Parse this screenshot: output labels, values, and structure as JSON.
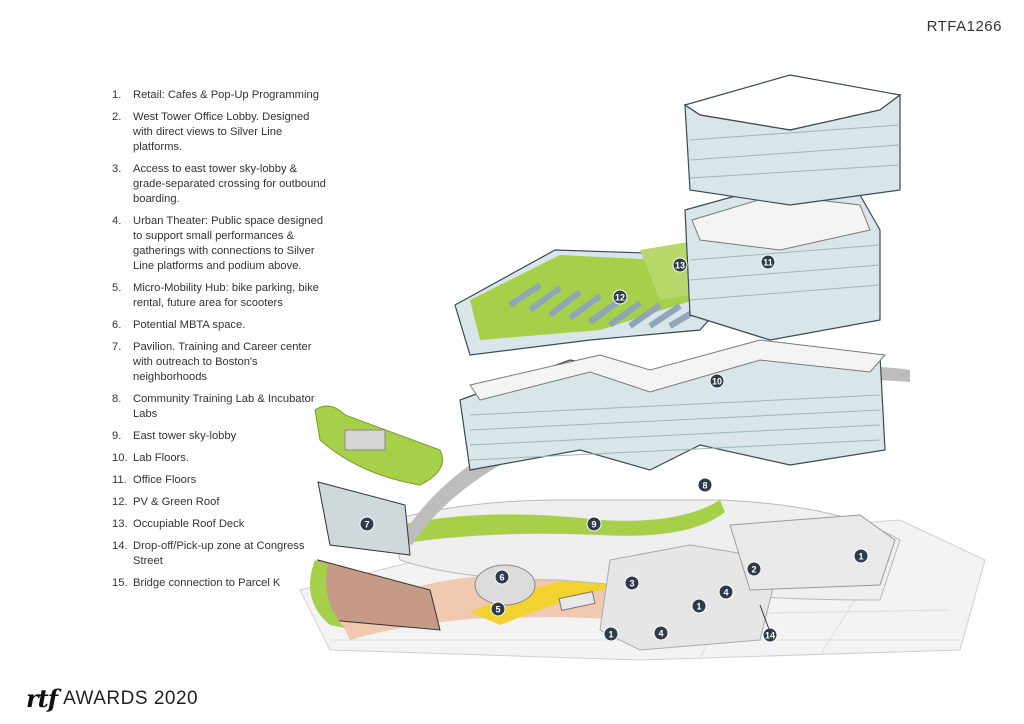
{
  "project_code": "RTFA1266",
  "legend": [
    {
      "num": "1.",
      "text": "Retail: Cafes & Pop-Up Programming"
    },
    {
      "num": "2.",
      "text": "West Tower Office Lobby. Designed with direct views to Silver Line platforms."
    },
    {
      "num": "3.",
      "text": "Access to east tower sky-lobby & grade-separated crossing for outbound boarding."
    },
    {
      "num": "4.",
      "text": "Urban Theater: Public space designed to support small performances & gatherings with connections to Silver Line platforms and podium above."
    },
    {
      "num": "5.",
      "text": "Micro-Mobility Hub: bike parking, bike rental, future area for scooters"
    },
    {
      "num": "6.",
      "text": "Potential MBTA space."
    },
    {
      "num": "7.",
      "text": "Pavilion. Training and Career center with outreach to Boston's neighborhoods"
    },
    {
      "num": "8.",
      "text": "Community Training Lab & Incubator Labs"
    },
    {
      "num": "9.",
      "text": "East tower sky-lobby"
    },
    {
      "num": "10.",
      "text": "Lab Floors."
    },
    {
      "num": "11.",
      "text": "Office Floors"
    },
    {
      "num": "12.",
      "text": "PV & Green Roof"
    },
    {
      "num": "13.",
      "text": "Occupiable Roof Deck"
    },
    {
      "num": "14.",
      "text": "Drop-off/Pick-up zone at Congress Street"
    },
    {
      "num": "15.",
      "text": "Bridge connection to Parcel K"
    }
  ],
  "markers": [
    "13",
    "12",
    "11",
    "10",
    "8",
    "9",
    "7",
    "6",
    "5",
    "3",
    "2",
    "1",
    "4",
    "4",
    "1",
    "1",
    "4",
    "14"
  ],
  "brand": {
    "logo": "rtf",
    "awards": "AWARDS 2020"
  },
  "colors": {
    "green_roof": "#a6cf4a",
    "glass": "#d8e6ea",
    "marker": "#2f3b4a",
    "road_yellow": "#f2d22e",
    "paving": "#f0c9b0"
  }
}
